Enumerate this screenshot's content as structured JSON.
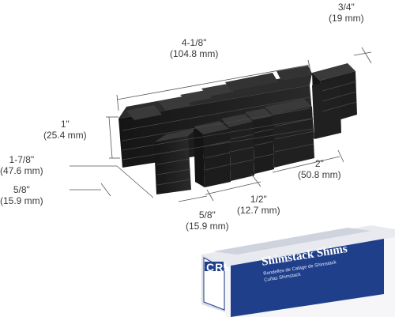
{
  "dimensions": {
    "top_right": {
      "in": "3/4\"",
      "mm": "(19 mm)"
    },
    "length": {
      "in": "4-1/8\"",
      "mm": "(104.8 mm)"
    },
    "height": {
      "in": "1\"",
      "mm": "(25.4 mm)"
    },
    "left_width": {
      "in": "1-7/8\"",
      "mm": "(47.6 mm)"
    },
    "left_small": {
      "in": "5/8\"",
      "mm": "(15.9 mm)"
    },
    "right_width": {
      "in": "2\"",
      "mm": "(50.8 mm)"
    },
    "center_half": {
      "in": "1/2\"",
      "mm": "(12.7 mm)"
    },
    "center_small": {
      "in": "5/8\"",
      "mm": "(15.9 mm)"
    }
  },
  "box": {
    "logo": "CRL",
    "title": "Shimstack Shims",
    "subtitle_1": "Rondelles de Calage de Shimstack",
    "subtitle_2": "Cuñas Shimstack"
  },
  "colors": {
    "shim": "#1c1c1c",
    "shim_edge": "#3a3a3a",
    "box_blue": "#1f3f8a",
    "dim_line": "#555555"
  }
}
